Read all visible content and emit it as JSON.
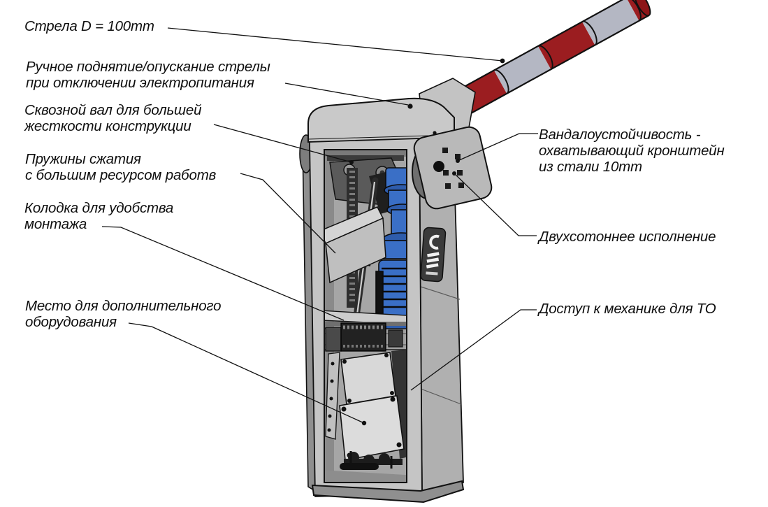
{
  "diagram": {
    "subject": "Автоматический шлагбаум — конструкция и особенности",
    "background_color": "#ffffff",
    "line_color": "#111111"
  },
  "colors": {
    "boom_red": "#9b1d20",
    "boom_gray": "#b4b7c3",
    "cabinet_gray": "#c8c8c8",
    "cabinet_side_gray": "#b0b0b0",
    "interior_gray": "#a6a6a6",
    "mechanism_blue": "#3a6fc6",
    "outline": "#111111"
  },
  "callouts": [
    {
      "id": "boom-diameter",
      "text": "Стрела D = 100mm"
    },
    {
      "id": "manual-release",
      "text": "Ручное поднятие/опускание стрелы\nпри отключении электропитания"
    },
    {
      "id": "through-shaft",
      "text": "Сквозной вал для большей\nжесткости конструкции"
    },
    {
      "id": "compression-springs",
      "text": "Пружины сжатия\nс большим ресурсом работв"
    },
    {
      "id": "terminal-block",
      "text": "Колодка для удобства\nмонтажа"
    },
    {
      "id": "extra-equipment",
      "text": "Место для дополнительного\nоборудования"
    },
    {
      "id": "vandal-proof",
      "text": "Вандалоустойчивость -\nохватывающий кронштейн\nиз стали 10mm"
    },
    {
      "id": "double-sided",
      "text": "Двухсотоннее исполнение"
    },
    {
      "id": "maintenance-access",
      "text": "Доступ к механике для ТО"
    }
  ]
}
